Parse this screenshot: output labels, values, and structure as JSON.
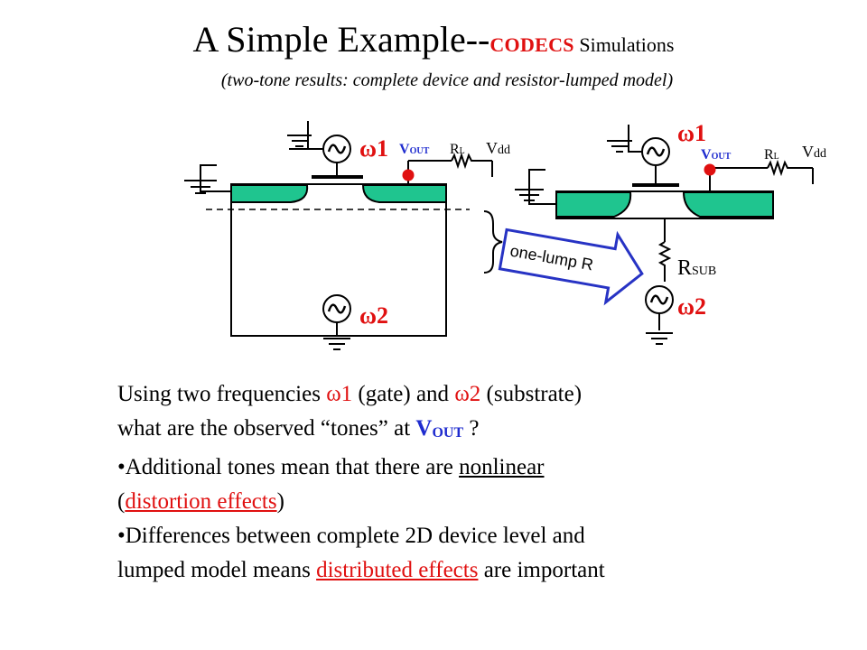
{
  "title": {
    "main": "A Simple Example--",
    "codecs": "CODECS",
    "sim": " Simulations"
  },
  "subtitle": "(two-tone results: complete device and resistor-lumped model)",
  "diagram": {
    "left": {
      "omega1": "ω1",
      "vout": "V",
      "vout_sub": "OUT",
      "rl": "R",
      "rl_sub": "L",
      "vdd": "V",
      "vdd_sub": "dd",
      "omega2": "ω2"
    },
    "arrow_label": "one-lump R",
    "right": {
      "omega1": "ω1",
      "vout": "V",
      "vout_sub": "OUT",
      "rl": "R",
      "rl_sub": "L",
      "vdd": "V",
      "vdd_sub": "dd",
      "rsub": "R",
      "rsub_sub": "SUB",
      "omega2": "ω2"
    },
    "colors": {
      "diffusion": "#1fc58f",
      "symbol_red": "#e01010",
      "blue": "#1f2ccf",
      "arrow": "#2733c4"
    }
  },
  "text": {
    "line1_a": "Using two frequencies ",
    "line1_w1": "ω1",
    "line1_b": " (gate) and ",
    "line1_w2": "ω2",
    "line1_c": " (substrate)",
    "line2_a": "what are the observed “tones” at ",
    "line2_v": "V",
    "line2_vsub": "OUT",
    "line2_b": " ?",
    "b1_a": "•Additional tones mean that there are ",
    "b1_ul": "nonlinear",
    "b1_open": "(",
    "b1_red": "distortion effects",
    "b1_close": ")",
    "b2_line1": "•Differences between complete 2D device level and",
    "b2_a": "lumped model means ",
    "b2_red": "distributed effects",
    "b2_b": " are important"
  }
}
